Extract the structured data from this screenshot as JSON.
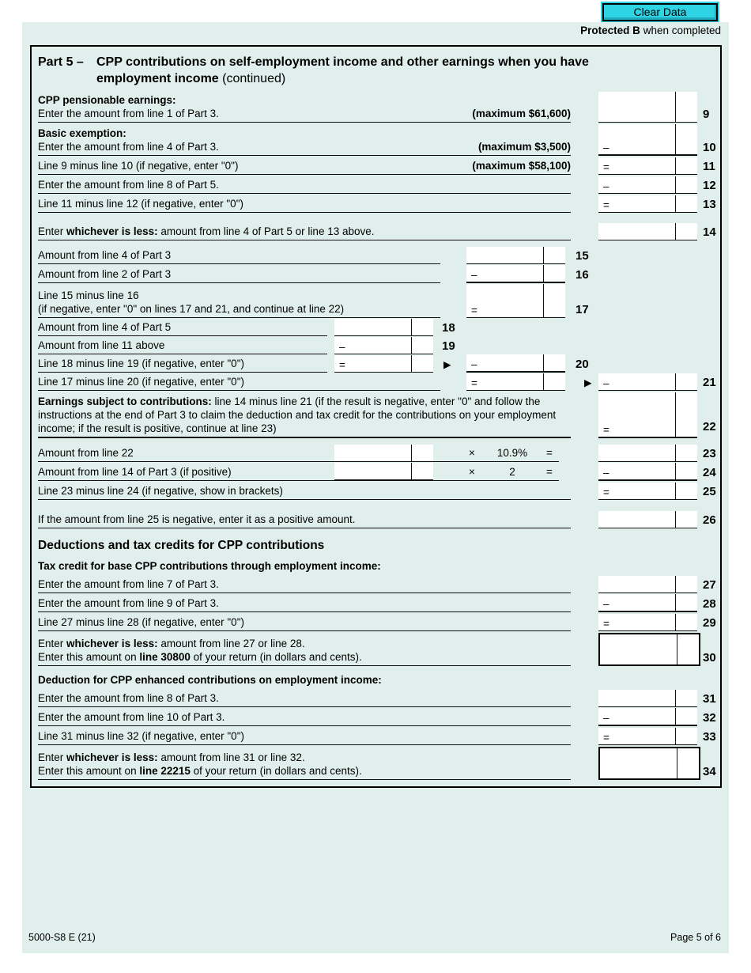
{
  "colors": {
    "accent_cyan": "#2fd4e4",
    "page_bg": "#e0efec",
    "ink": "#000000"
  },
  "icons": {
    "arrow_right": "▶"
  },
  "header": {
    "clear_button": "Clear Data",
    "protected_bold": "Protected B",
    "protected_rest": " when completed"
  },
  "part5": {
    "title_prefix": "Part 5 –",
    "title_line1": "CPP contributions on self-employment income and other earnings when you have",
    "title_line2_bold": "employment income",
    "title_line2_cont": " (continued)",
    "section2_heading": "Deductions and tax credits for CPP contributions",
    "sub1": "Tax credit for base CPP contributions through employment income:",
    "sub2": "Deduction for CPP enhanced contributions on employment income:",
    "rows": {
      "r9": {
        "heading": "CPP pensionable earnings:",
        "text": "Enter the amount from line 1 of Part 3.",
        "max": "(maximum $61,600)",
        "num": "9"
      },
      "r10": {
        "heading": "Basic exemption:",
        "text": "Enter the amount from line 4 of Part 3.",
        "max": "(maximum $3,500)",
        "op": "–",
        "num": "10"
      },
      "r11": {
        "label": "Line 9 minus line 10 (if negative, enter \"0\")",
        "max": "(maximum $58,100)",
        "op": "=",
        "num": "11"
      },
      "r12": {
        "label": "Enter the amount from line 8 of Part 5.",
        "op": "–",
        "num": "12"
      },
      "r13": {
        "label": "Line 11 minus line 12 (if negative, enter \"0\")",
        "op": "=",
        "num": "13"
      },
      "r14": {
        "pre": "Enter ",
        "bold": "whichever is less:",
        "post": " amount from line 4 of Part 5 or line 13 above.",
        "num": "14"
      },
      "r15": {
        "label": "Amount from line 4 of Part 3",
        "num": "15"
      },
      "r16": {
        "label": "Amount from line 2 of Part 3",
        "op": "–",
        "num": "16"
      },
      "r17": {
        "line1": "Line 15 minus line 16",
        "line2": "(if negative, enter \"0\" on lines 17 and 21, and continue at line 22)",
        "op": "=",
        "num": "17"
      },
      "r18": {
        "label": "Amount from line 4 of Part 5",
        "num": "18"
      },
      "r19": {
        "label": "Amount from line 11 above",
        "op": "–",
        "num": "19"
      },
      "r20": {
        "label": "Line 18 minus line 19 (if negative, enter \"0\")",
        "opA": "=",
        "opB": "–",
        "num": "20"
      },
      "r21": {
        "label": "Line 17 minus line 20 (if negative, enter \"0\")",
        "opB": "=",
        "opC": "–",
        "num": "21"
      },
      "r22": {
        "bold": "Earnings subject to contributions:",
        "post": " line 14 minus line 21 (if the result is negative, enter \"0\" and follow the instructions at the end of Part 3 to claim the deduction and tax credit for the contributions on your employment income; if the result is positive, continue at line 23)",
        "op": "=",
        "num": "22"
      },
      "r23": {
        "label": "Amount from line 22",
        "times": "×",
        "factor": "10.9%",
        "eq": "=",
        "num": "23"
      },
      "r24": {
        "label": "Amount from line 14 of Part 3 (if positive)",
        "times": "×",
        "factor": "2",
        "eq": "=",
        "opC": "–",
        "num": "24"
      },
      "r25": {
        "label": "Line 23 minus line 24 (if negative, show in brackets)",
        "op": "=",
        "num": "25"
      },
      "r26": {
        "label": "If the amount from line 25 is negative, enter it as a positive amount.",
        "num": "26"
      },
      "r27": {
        "label": "Enter the amount from line 7 of Part 3.",
        "num": "27"
      },
      "r28": {
        "label": "Enter the amount from line 9 of Part 3.",
        "op": "–",
        "num": "28"
      },
      "r29": {
        "label": "Line 27 minus line 28 (if negative, enter \"0\")",
        "op": "=",
        "num": "29"
      },
      "r30": {
        "pre1": "Enter ",
        "bold1": "whichever is less:",
        "post1": " amount from line 27 or line 28.",
        "pre2": "Enter this amount on ",
        "bold2": "line 30800",
        "post2": " of your return (in dollars and cents).",
        "num": "30"
      },
      "r31": {
        "label": "Enter the amount from line 8 of Part 3.",
        "num": "31"
      },
      "r32": {
        "label": "Enter the amount from line 10 of Part 3.",
        "op": "–",
        "num": "32"
      },
      "r33": {
        "label": "Line 31 minus line 32 (if negative, enter \"0\")",
        "op": "=",
        "num": "33"
      },
      "r34": {
        "pre1": "Enter ",
        "bold1": "whichever is less:",
        "post1": " amount from line 31 or line 32.",
        "pre2": "Enter this amount on ",
        "bold2": "line 22215",
        "post2": " of your return (in dollars and cents).",
        "num": "34"
      }
    }
  },
  "footer": {
    "form_code": "5000-S8 E (21)",
    "page": "Page 5 of 6"
  }
}
